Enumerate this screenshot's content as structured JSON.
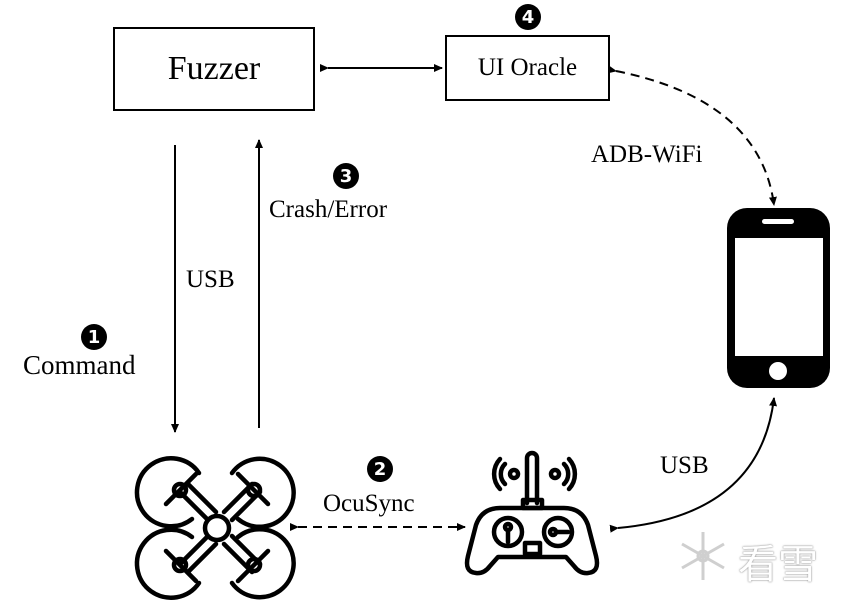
{
  "diagram": {
    "nodes": {
      "fuzzer": {
        "label": "Fuzzer"
      },
      "ui_oracle": {
        "label": "UI Oracle"
      },
      "phone": {
        "icon": "smartphone-icon"
      },
      "drone": {
        "icon": "quadcopter-drone-icon"
      },
      "controller": {
        "icon": "remote-controller-icon"
      }
    },
    "edges": [
      {
        "from": "fuzzer",
        "to": "drone",
        "label": "USB",
        "style": "solid",
        "direction": "down"
      },
      {
        "from": "drone",
        "to": "fuzzer",
        "label": "Crash/Error",
        "style": "solid",
        "direction": "up"
      },
      {
        "from": "fuzzer",
        "to": "ui_oracle",
        "label": "",
        "style": "solid",
        "direction": "bidirectional"
      },
      {
        "from": "ui_oracle",
        "to": "phone",
        "label": "ADB-WiFi",
        "style": "dashed",
        "direction": "bidirectional"
      },
      {
        "from": "drone",
        "to": "controller",
        "label": "OcuSync",
        "style": "dashed",
        "direction": "bidirectional"
      },
      {
        "from": "controller",
        "to": "phone",
        "label": "USB",
        "style": "solid",
        "direction": "bidirectional"
      }
    ],
    "labels": {
      "usb_vertical": "USB",
      "command": "Command",
      "crash_error": "Crash/Error",
      "adb_wifi": "ADB-WiFi",
      "ocusync": "OcuSync",
      "usb_curve": "USB"
    },
    "steps": {
      "one": "1",
      "two": "2",
      "three": "3",
      "four": "4"
    }
  },
  "watermark": {
    "text": "看雪",
    "icon": "snowflake-icon"
  }
}
